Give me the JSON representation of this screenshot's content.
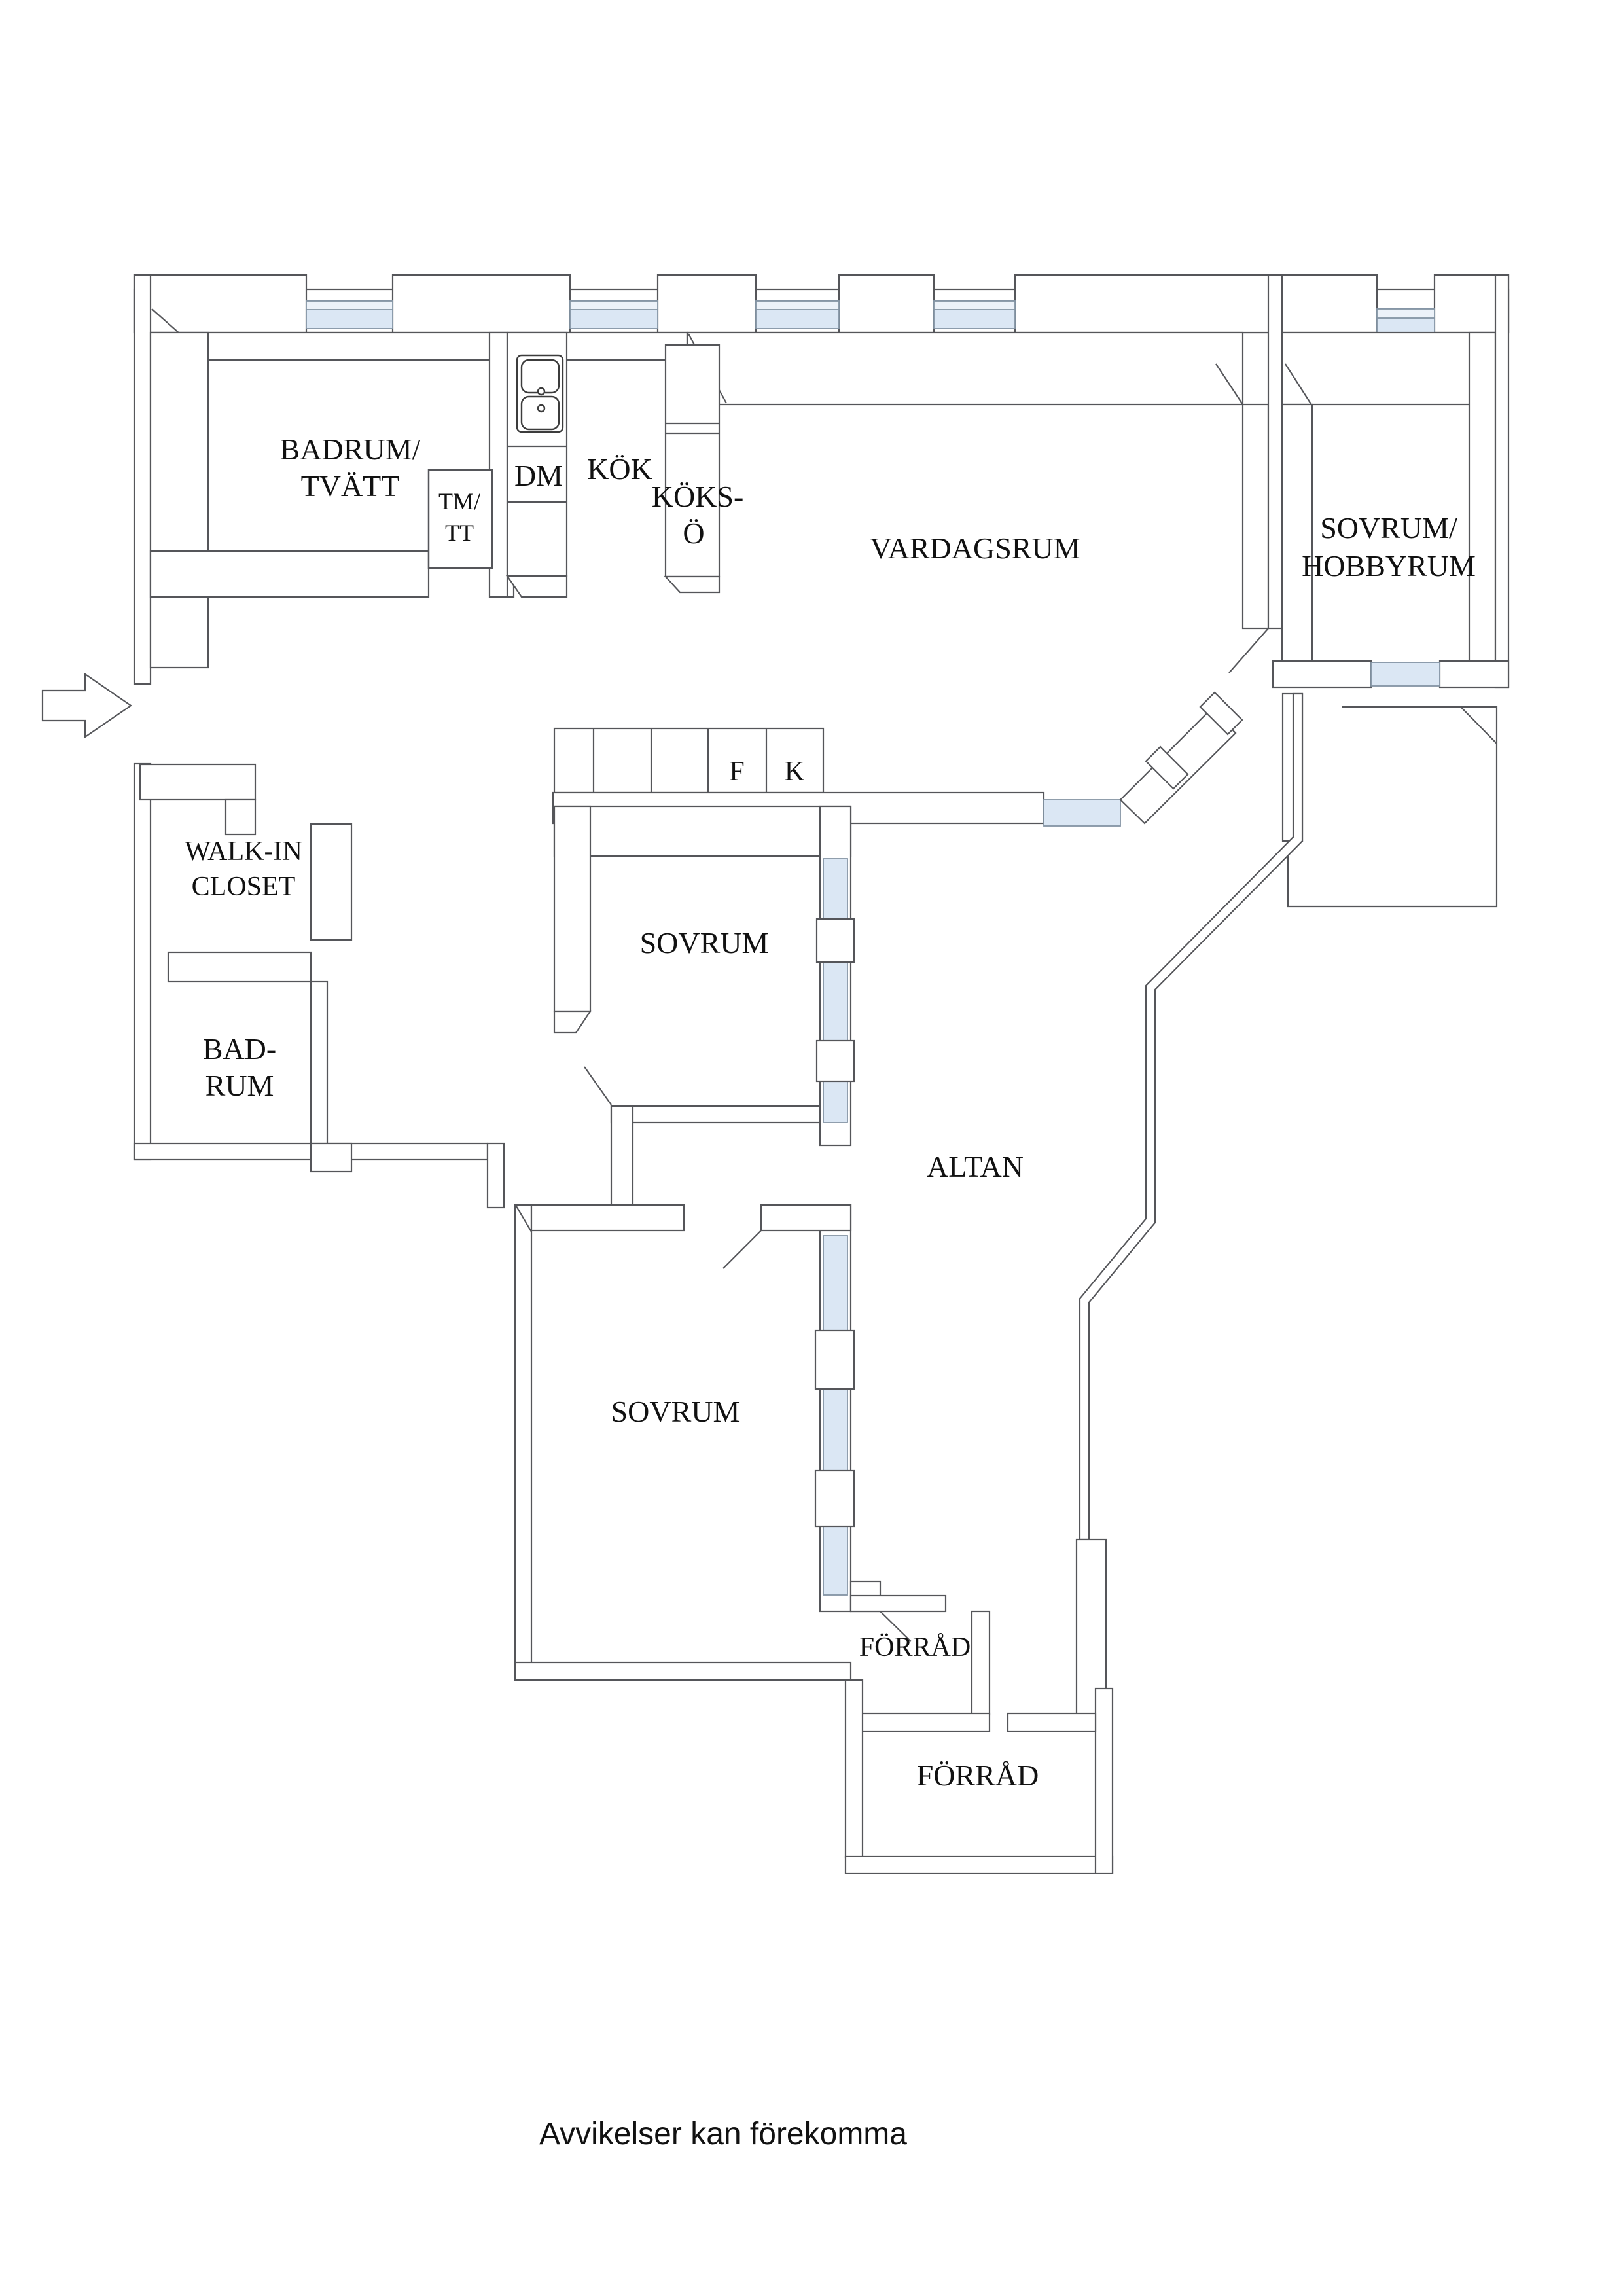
{
  "document": {
    "type": "floor-plan"
  },
  "colors": {
    "line": "#55565a",
    "window_front": "#dbe7f4",
    "window_top": "#ecf2f9",
    "label": "#111111"
  },
  "rooms": {
    "badrum_tvatt": {
      "line1": "BADRUM/",
      "line2": "TVÄTT"
    },
    "tm_tt": {
      "line1": "TM/",
      "line2": "TT"
    },
    "dm": {
      "label": "DM"
    },
    "kok": {
      "label": "KÖK"
    },
    "koks_o": {
      "line1": "KÖKS-",
      "line2": "Ö"
    },
    "vardagsrum": {
      "label": "VARDAGSRUM"
    },
    "sovrum_hobbyrum": {
      "line1": "SOVRUM/",
      "line2": "HOBBYRUM"
    },
    "walk_in_closet": {
      "line1": "WALK-IN",
      "line2": "CLOSET"
    },
    "badrum": {
      "line1": "BAD-",
      "line2": "RUM"
    },
    "sovrum_mid": {
      "label": "SOVRUM"
    },
    "sovrum_bottom": {
      "label": "SOVRUM"
    },
    "altan": {
      "label": "ALTAN"
    },
    "forrad_upper": {
      "label": "FÖRRÅD"
    },
    "forrad_lower": {
      "label": "FÖRRÅD"
    }
  },
  "appliances": {
    "fridge": "F",
    "freezer": "K"
  },
  "footer": {
    "disclaimer": "Avvikelser kan förekomma"
  }
}
